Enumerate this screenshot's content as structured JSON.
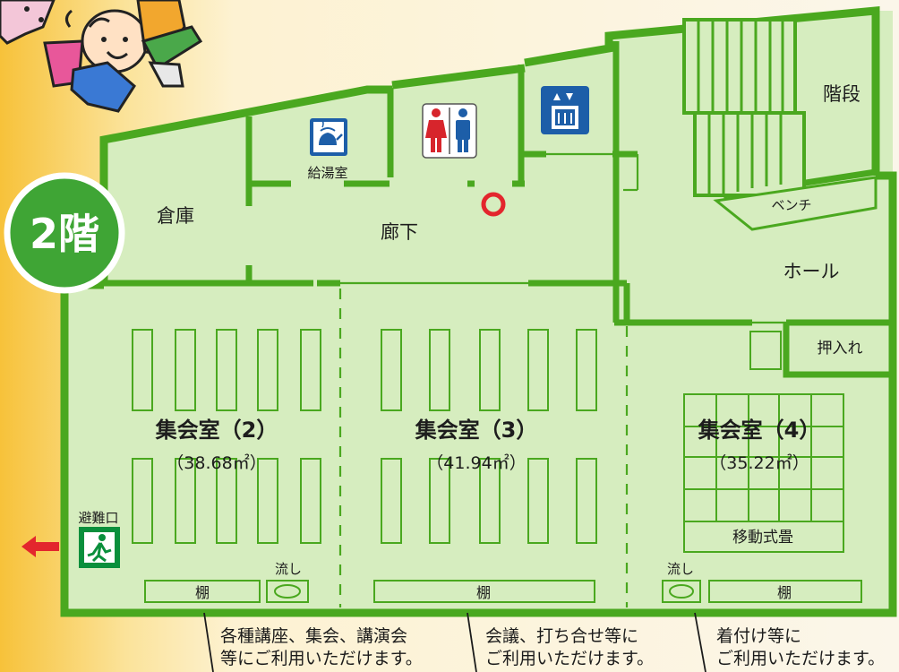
{
  "floor_badge": "2階",
  "rooms": {
    "storage": "倉庫",
    "kitchenette": "給湯室",
    "corridor": "廊下",
    "stairs": "階段",
    "bench": "ベンチ",
    "hall": "ホール",
    "closet": "押入れ"
  },
  "meeting_rooms": [
    {
      "name": "集会室（2）",
      "area": "（38.68㎡）"
    },
    {
      "name": "集会室（3）",
      "area": "（41.94㎡）"
    },
    {
      "name": "集会室（4）",
      "area": "（35.22㎡）"
    }
  ],
  "tatami_label": "移動式畳",
  "shelf_label": "棚",
  "sink_label": "流し",
  "exit_label": "避難口",
  "notes": [
    {
      "line1": "各種講座、集会、講演会",
      "line2": "等にご利用いただけます。"
    },
    {
      "line1": "会議、打ち合せ等に",
      "line2": "ご利用いただけます。"
    },
    {
      "line1": "着付け等に",
      "line2": "ご利用いただけます。"
    }
  ],
  "icons": [
    "kettle-icon",
    "restroom-icon",
    "elevator-icon",
    "emergency-exit-icon",
    "arrow-left-icon",
    "location-marker-icon"
  ],
  "colors": {
    "floor_fill": "#d6edbf",
    "wall": "#4aa81f",
    "badge": "#3fa535",
    "marker": "#e3262d",
    "icon_blue": "#1d5ea8",
    "exit_green": "#0a8f3c",
    "restroom_red": "#d7252c"
  }
}
